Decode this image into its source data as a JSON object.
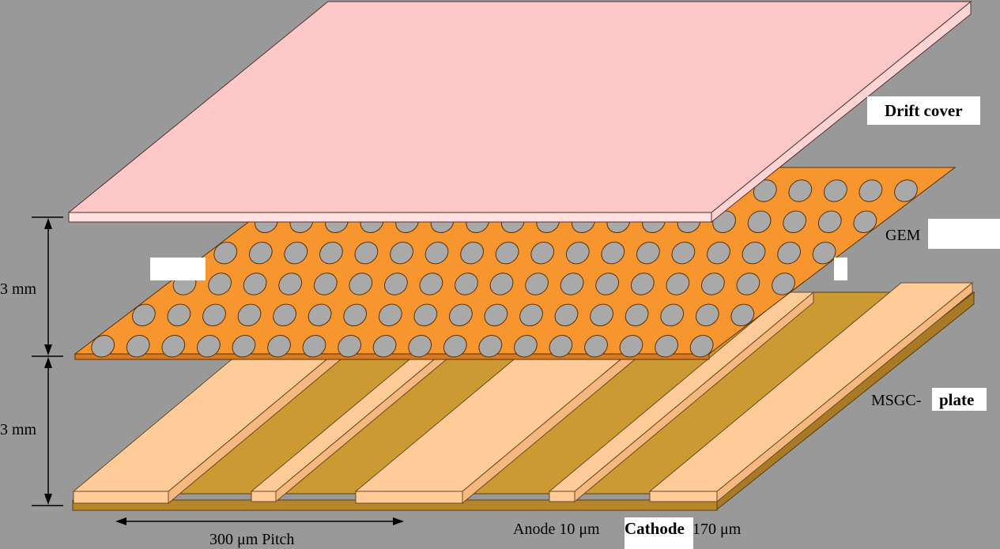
{
  "labels": {
    "drift_cover": "Drift cover",
    "gem": "GEM",
    "msgc_prefix": "MSGC-",
    "msgc_plate": "plate",
    "gap_upper": "3 mm",
    "gap_lower": "3 mm",
    "pitch": "300 μm Pitch",
    "anode": "Anode 10 μm",
    "cathode": "Cathode",
    "cathode_width": "170 μm"
  },
  "colors": {
    "background": "#999999",
    "drift_cover_top": "#ffc8c8",
    "drift_cover_edge": "#ffe0e0",
    "gem_foil": "#f7962f",
    "gem_hole": "#a9a9a9",
    "msgc_substrate": "#cc9933",
    "msgc_substrate_edge": "#b8862a",
    "cathode_strip": "#ffcc99",
    "cathode_strip_side": "#f4b880"
  }
}
